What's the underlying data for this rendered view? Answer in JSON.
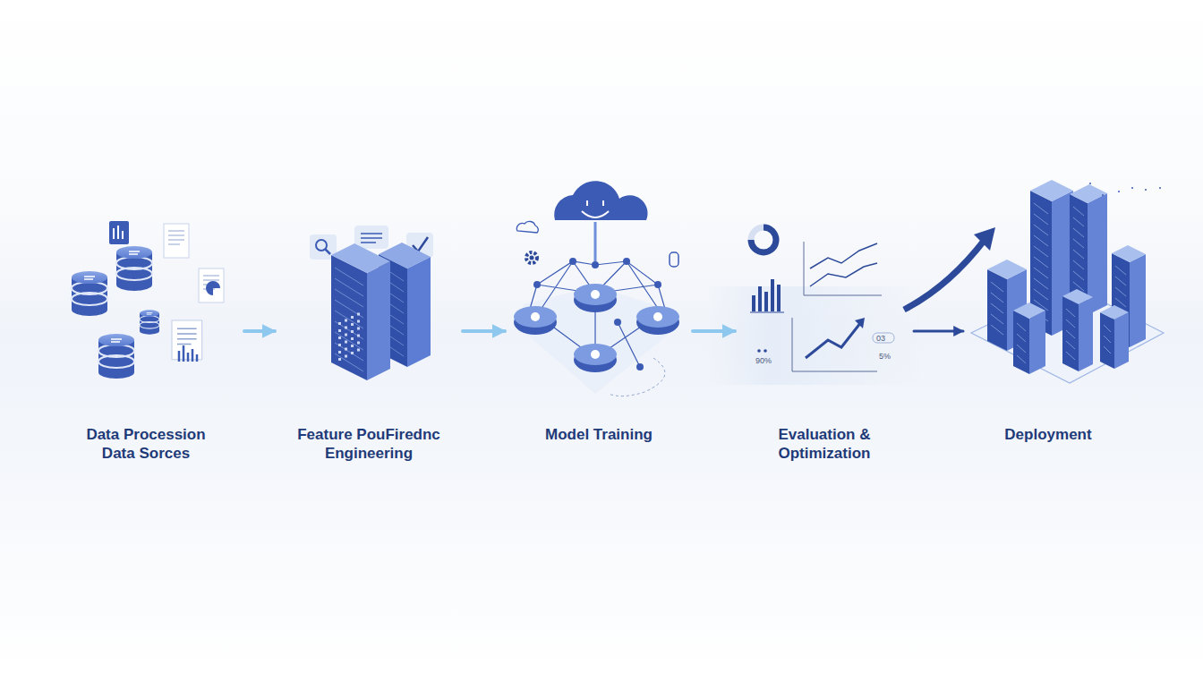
{
  "diagram": {
    "nodes": [
      {
        "text": [
          "Data Procession Data Sorces"
        ]
      },
      {
        "text": [
          "Feature PouFirednc Engineering"
        ]
      },
      {
        "text": [
          "Model Training"
        ]
      },
      {
        "text": [
          "Evaluation & Optimization"
        ]
      },
      {
        "text": [
          "Deployment"
        ]
      }
    ],
    "edges": [
      {
        "from": 0,
        "to": 1,
        "arrow": "to"
      },
      {
        "from": 1,
        "to": 2,
        "arrow": "to"
      },
      {
        "from": 2,
        "to": 3,
        "arrow": "to"
      },
      {
        "from": 3,
        "to": 4,
        "arrow": "to"
      }
    ],
    "labels": [
      "90%",
      "03",
      "5%"
    ]
  }
}
